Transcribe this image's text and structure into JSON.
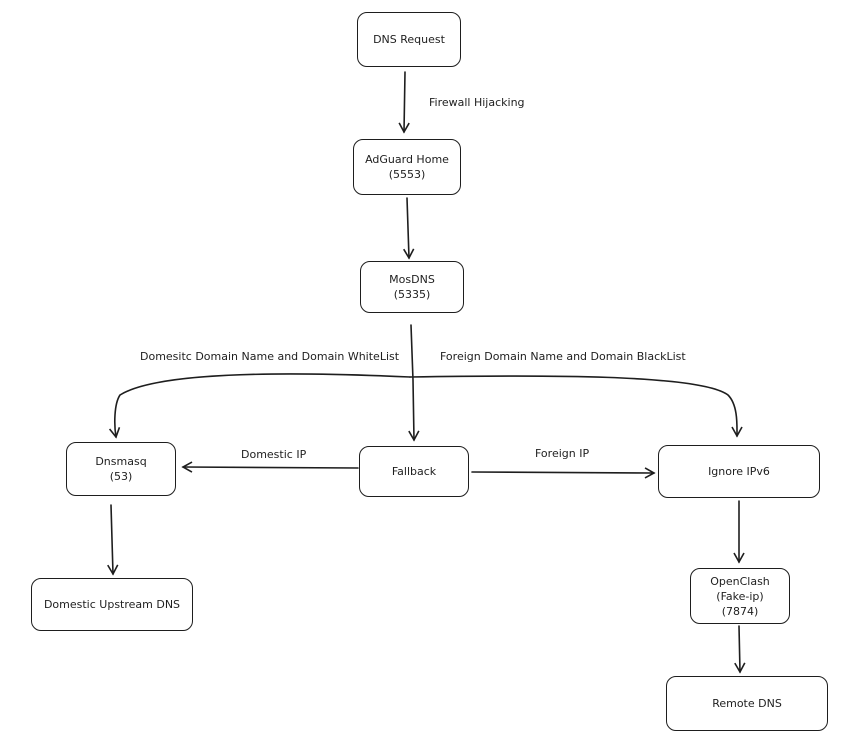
{
  "nodes": {
    "dns_request": "DNS Request",
    "adguard": "AdGuard Home\n(5553)",
    "mosdns": "MosDNS\n(5335)",
    "dnsmasq": "Dnsmasq\n(53)",
    "fallback": "Fallback",
    "ignore_ipv6": "Ignore IPv6",
    "domestic_upstream": "Domestic Upstream DNS",
    "openclash": "OpenClash\n(Fake-ip)\n(7874)",
    "remote_dns": "Remote DNS"
  },
  "edge_labels": {
    "firewall": "Firewall Hijacking",
    "domestic_domain": "Domesitc Domain Name and Domain WhiteList",
    "foreign_domain": "Foreign Domain Name and Domain BlackList",
    "domestic_ip": "Domestic IP",
    "foreign_ip": "Foreign IP"
  },
  "colors": {
    "stroke": "#1e1e1e",
    "background": "#ffffff"
  }
}
